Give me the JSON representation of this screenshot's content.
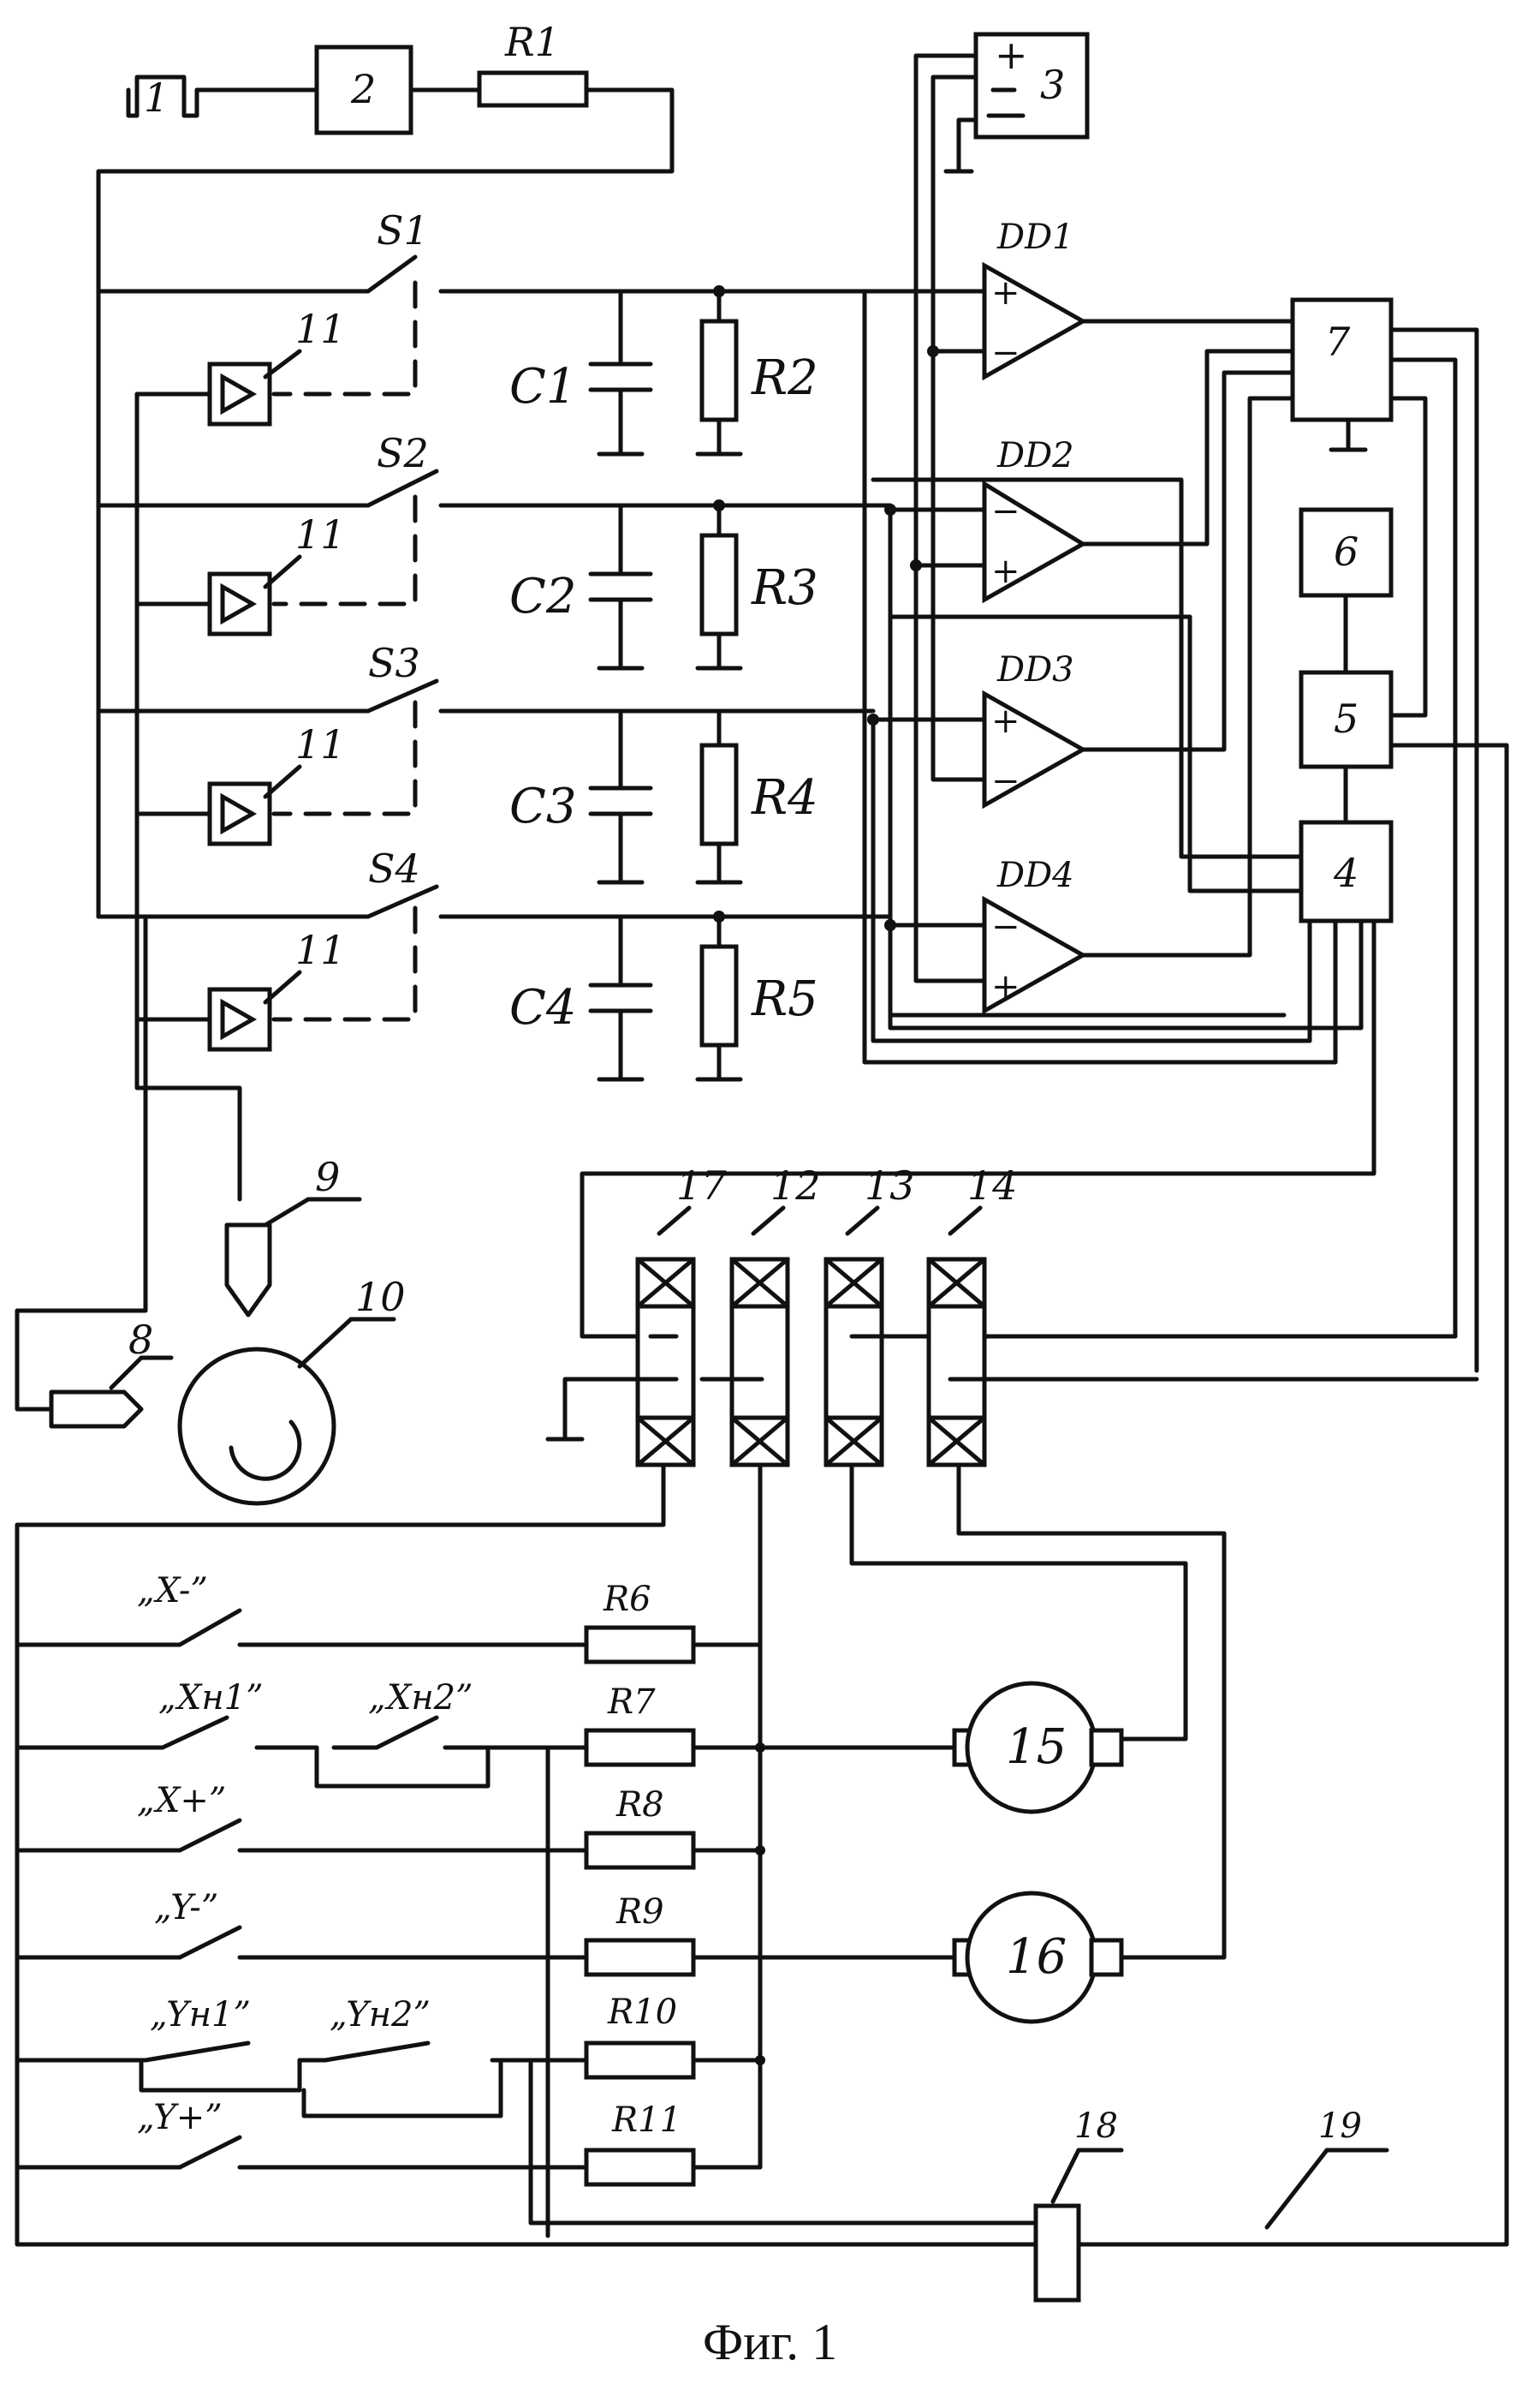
{
  "caption": "Фиг. 1",
  "components": {
    "block1": "1",
    "block2": "2",
    "block3": "3",
    "block4": "4",
    "block5": "5",
    "block6": "6",
    "block7": "7",
    "block8": "8",
    "block9": "9",
    "block10": "10",
    "relay": "11",
    "coil12": "12",
    "coil13": "13",
    "coil14": "14",
    "motor15": "15",
    "motor16": "16",
    "coil17": "17",
    "block18": "18",
    "line19": "19"
  },
  "resistors": [
    "R1",
    "R2",
    "R3",
    "R4",
    "R5",
    "R6",
    "R7",
    "R8",
    "R9",
    "R10",
    "R11"
  ],
  "capacitors": [
    "C1",
    "C2",
    "C3",
    "C4"
  ],
  "switches": [
    "S1",
    "S2",
    "S3",
    "S4"
  ],
  "comparators": [
    "DD1",
    "DD2",
    "DD3",
    "DD4"
  ],
  "buttons": [
    "„X-”",
    "„Xн1”",
    "„Xн2”",
    "„X+”",
    "„Y-”",
    "„Yн1”",
    "„Yн2”",
    "„Y+”"
  ],
  "signs": {
    "plus": "+",
    "minus": "−"
  }
}
